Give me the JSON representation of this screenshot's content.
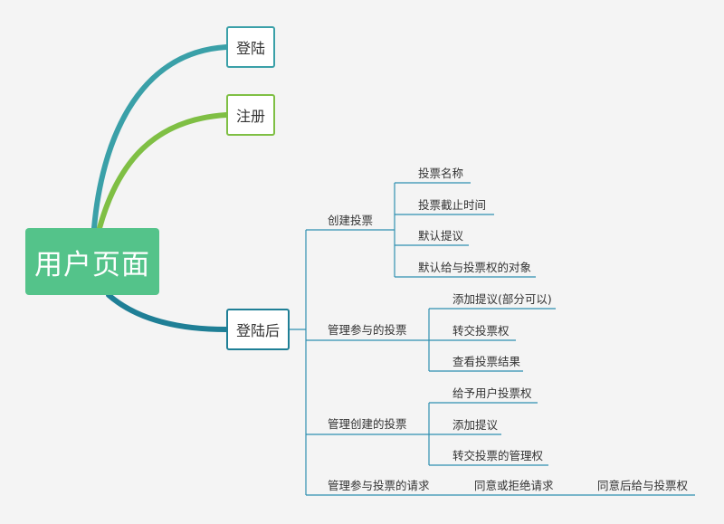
{
  "root": {
    "label": "用户页面",
    "color": "#54c38a"
  },
  "branches": {
    "login": {
      "label": "登陆",
      "color": "#3aa0a8"
    },
    "register": {
      "label": "注册",
      "color": "#7fbf44"
    },
    "after_login": {
      "label": "登陆后",
      "color": "#1f7f96"
    }
  },
  "groups": {
    "create_vote": {
      "label": "创建投票",
      "items": [
        "投票名称",
        "投票截止时间",
        "默认提议",
        "默认给与投票权的对象"
      ]
    },
    "manage_joined": {
      "label": "管理参与的投票",
      "items": [
        "添加提议(部分可以)",
        "转交投票权",
        "查看投票结果"
      ]
    },
    "manage_created": {
      "label": "管理创建的投票",
      "items": [
        "给予用户投票权",
        "添加提议",
        "转交投票的管理权"
      ]
    },
    "manage_requests": {
      "label": "管理参与投票的请求",
      "items": [
        "同意或拒绝请求",
        "同意后给与投票权"
      ]
    }
  },
  "line_color": "#2f8fb0"
}
